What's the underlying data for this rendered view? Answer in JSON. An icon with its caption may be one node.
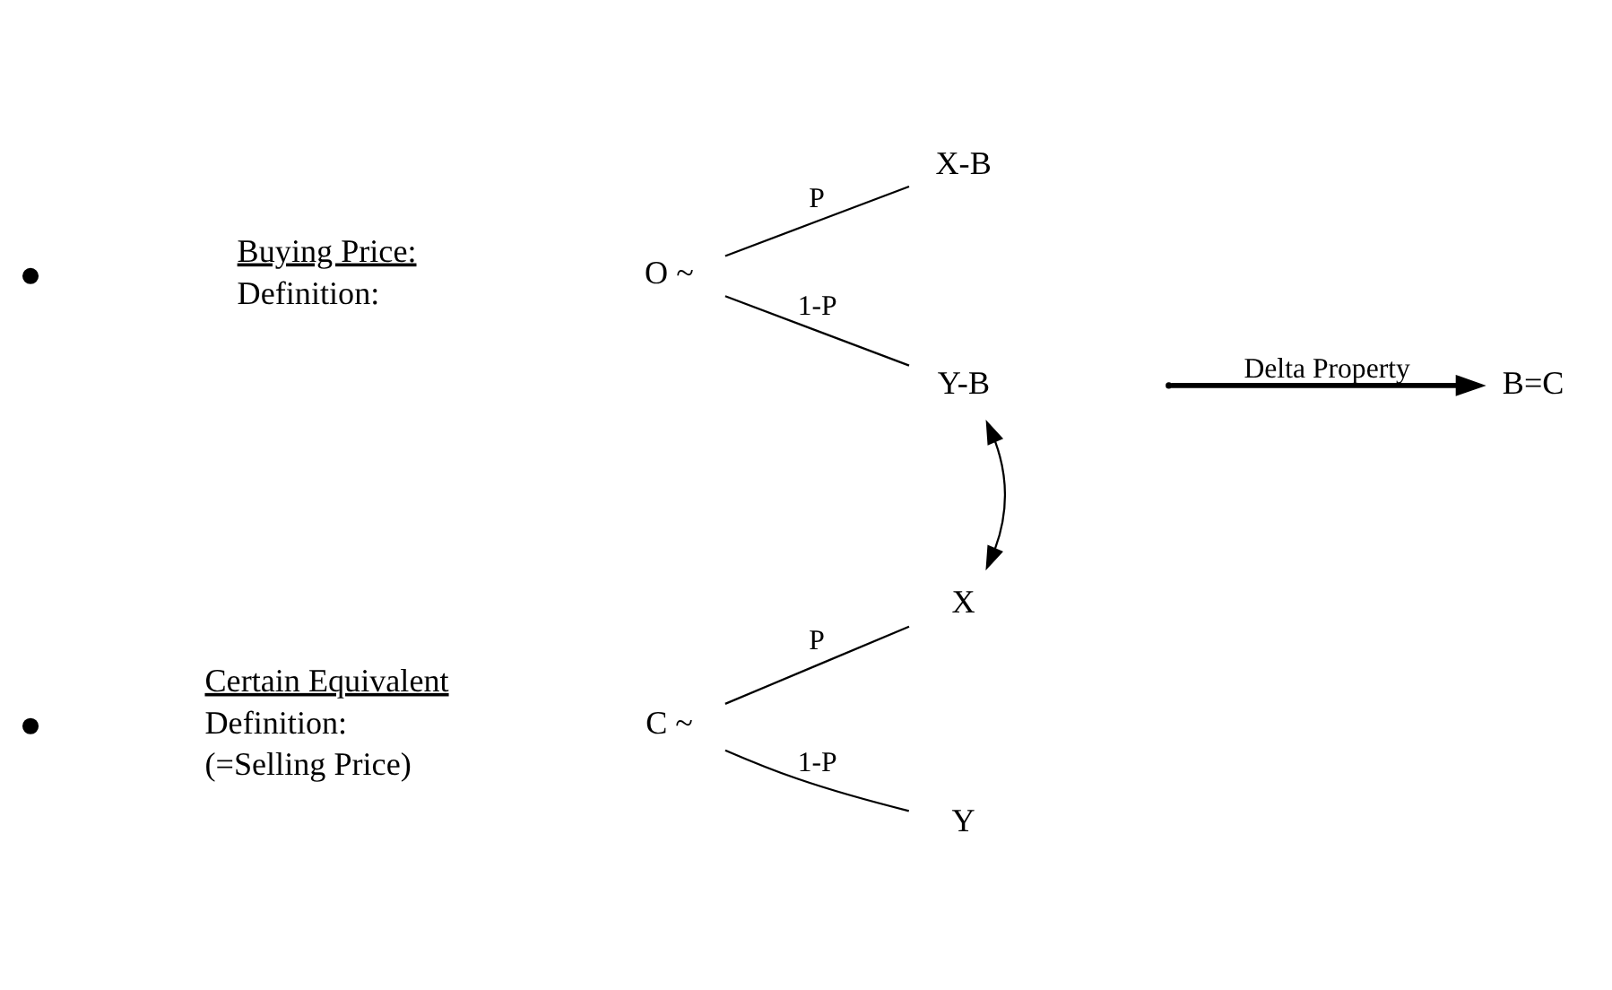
{
  "diagram": {
    "nodes": [
      {
        "text": [
          "O ~"
        ]
      },
      {
        "text": [
          "X-B"
        ]
      },
      {
        "text": [
          "Y-B"
        ]
      },
      {
        "text": [
          "C ~"
        ]
      },
      {
        "text": [
          "X"
        ]
      },
      {
        "text": [
          "Y"
        ]
      },
      {
        "text": [
          "B=C"
        ]
      }
    ],
    "edges": [
      {
        "from": 0,
        "to": 1,
        "arrow": "none",
        "label": "P"
      },
      {
        "from": 0,
        "to": 2,
        "arrow": "none",
        "label": "1-P"
      },
      {
        "from": 3,
        "to": 4,
        "arrow": "none",
        "label": "P"
      },
      {
        "from": 3,
        "to": 5,
        "arrow": "none",
        "label": "1-P"
      },
      {
        "from": 2,
        "to": 4,
        "arrow": "both"
      },
      {
        "from": null,
        "to": 6,
        "arrow": "to",
        "label": "Delta Property",
        "style": "thick"
      }
    ],
    "labels": [
      "Buying Price:",
      "Definition:",
      "Certain Equivalent",
      "Definition:",
      "(=Selling Price)"
    ]
  }
}
